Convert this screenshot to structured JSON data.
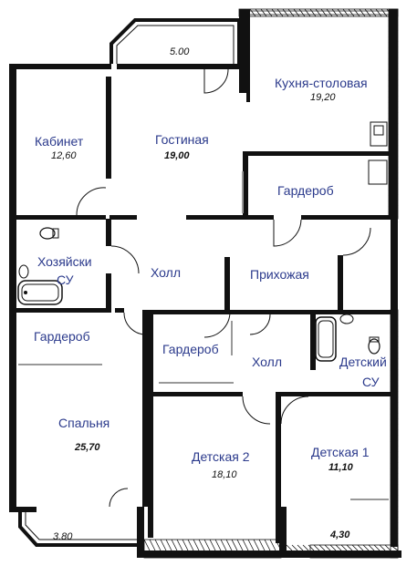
{
  "rooms": {
    "kitchen": {
      "name": "Кухня-столовая",
      "area": "19,20"
    },
    "study": {
      "name": "Кабинет",
      "area": "12,60"
    },
    "living": {
      "name": "Гостиная",
      "area": "19,00"
    },
    "wardrobe1": {
      "name": "Гардероб"
    },
    "master_bath": {
      "name_line1": "Хозяйски",
      "name_line2": "СУ"
    },
    "hall1": {
      "name": "Холл"
    },
    "entrance": {
      "name": "Прихожая"
    },
    "wardrobe2": {
      "name": "Гардероб"
    },
    "wardrobe3": {
      "name": "Гардероб"
    },
    "hall2": {
      "name": "Холл"
    },
    "kids_bath": {
      "name_line1": "Детский",
      "name_line2": "СУ"
    },
    "bedroom": {
      "name": "Спальня",
      "area": "25,70"
    },
    "kids2": {
      "name": "Детская 2",
      "area": "18,10"
    },
    "kids1": {
      "name": "Детская 1",
      "area": "11,10"
    }
  },
  "balconies": {
    "top": {
      "area": "5.00"
    },
    "bottom_left": {
      "area": "3.80"
    },
    "bottom_right": {
      "area": "4,30"
    }
  }
}
